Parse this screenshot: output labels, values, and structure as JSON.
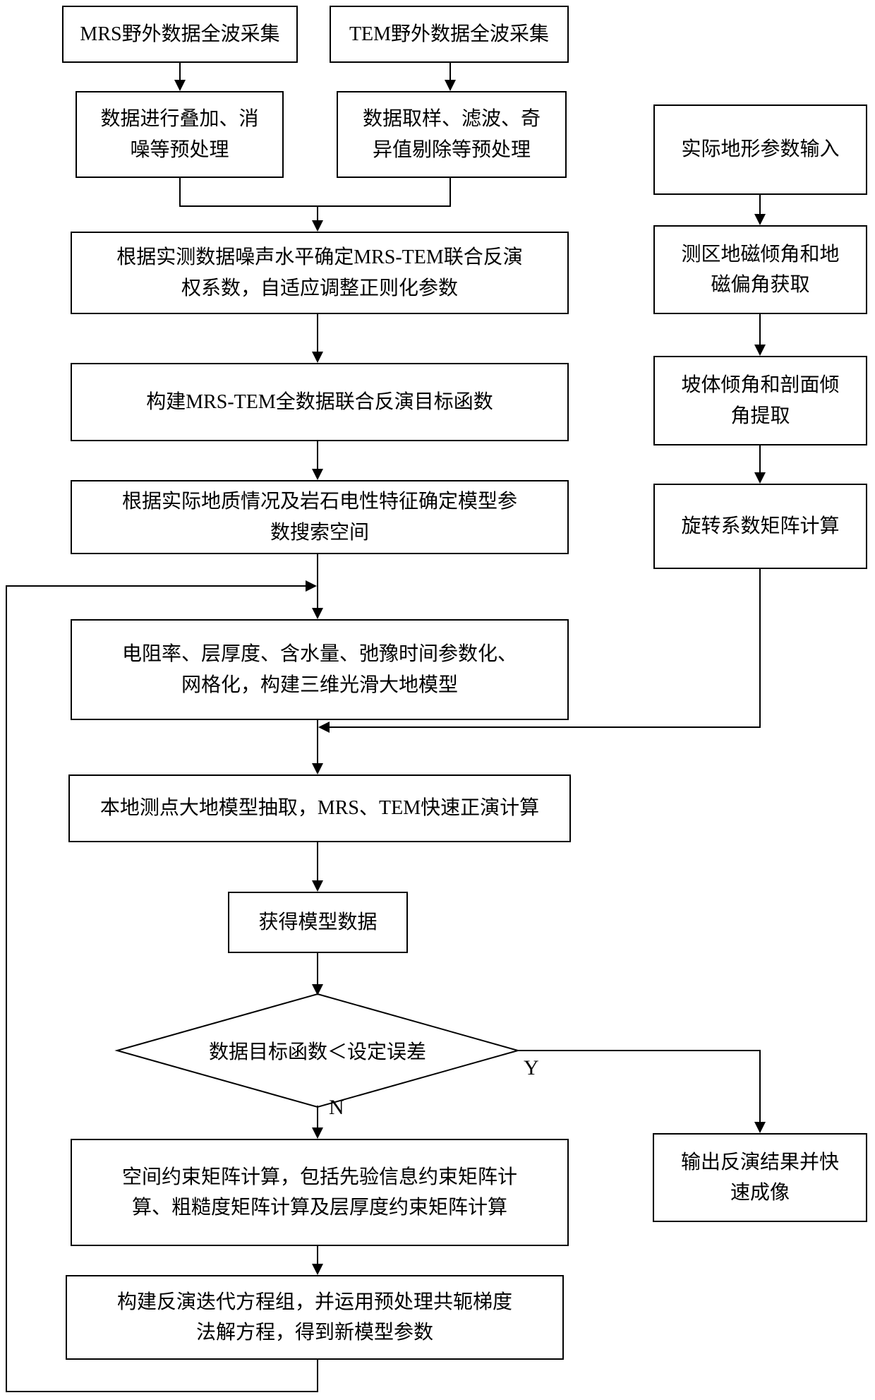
{
  "diagram": {
    "nodes": {
      "mrs_acquisition": "MRS野外数据全波采集",
      "tem_acquisition": "TEM野外数据全波采集",
      "mrs_preprocess": "数据进行叠加、消噪等预处理",
      "tem_preprocess": "数据取样、滤波、奇异值剔除等预处理",
      "weight_coeff": "根据实测数据噪声水平确定MRS-TEM联合反演权系数，自适应调整正则化参数",
      "objective_function": "构建MRS-TEM全数据联合反演目标函数",
      "search_space": "根据实际地质情况及岩石电性特征确定模型参数搜索空间",
      "model_build": "电阻率、层厚度、含水量、弛豫时间参数化、网格化，构建三维光滑大地模型",
      "forward_calc": "本地测点大地模型抽取，MRS、TEM快速正演计算",
      "model_data": "获得模型数据",
      "decision": "数据目标函数＜设定误差",
      "constraint_matrix": "空间约束矩阵计算，包括先验信息约束矩阵计算、粗糙度矩阵计算及层厚度约束矩阵计算",
      "iterate_equation": "构建反演迭代方程组，并运用预处理共轭梯度法解方程，得到新模型参数",
      "terrain_input": "实际地形参数输入",
      "geomagnetic": "测区地磁倾角和地磁偏角获取",
      "slope_angle": "坡体倾角和剖面倾角提取",
      "rotation_matrix": "旋转系数矩阵计算",
      "output_result": "输出反演结果并快速成像"
    },
    "branch_labels": {
      "yes": "Y",
      "no": "N"
    },
    "colors": {
      "line": "#000000",
      "box_border": "#000000",
      "box_fill": "#ffffff",
      "background": "#ffffff"
    }
  }
}
